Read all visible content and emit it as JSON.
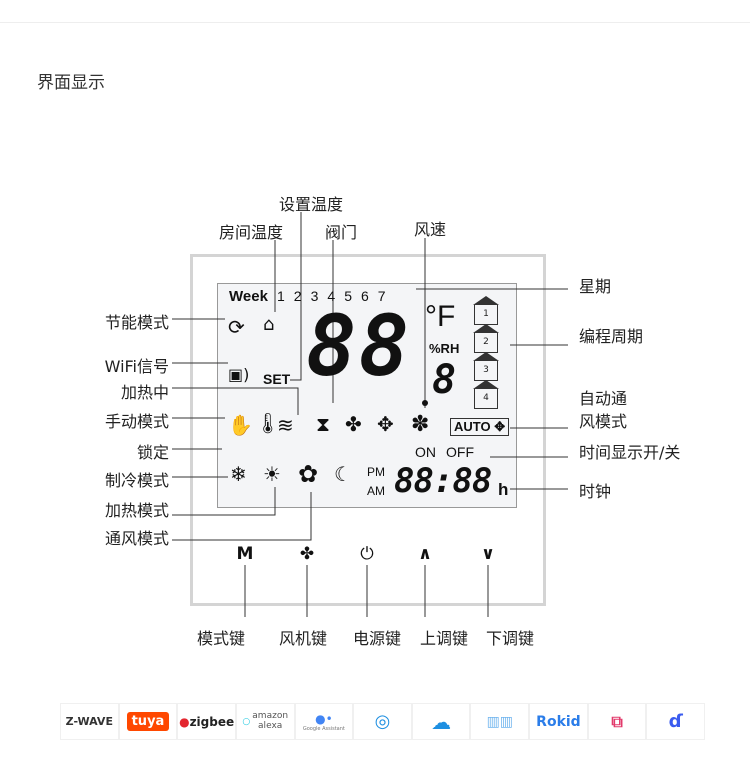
{
  "title": "界面显示",
  "labels_top": {
    "set_temp": "设置温度",
    "room_temp": "房间温度",
    "valve": "阀门",
    "fan_speed": "风速"
  },
  "labels_left": {
    "energy_saving": "节能模式",
    "wifi": "WiFi信号",
    "heating_on": "加热中",
    "manual": "手动模式",
    "lock": "锁定",
    "cooling": "制冷模式",
    "heating": "加热模式",
    "ventilation": "通风模式"
  },
  "labels_right": {
    "week": "星期",
    "program": "编程周期",
    "auto_vent_1": "自动通",
    "auto_vent_2": "风模式",
    "time_onoff": "时间显示开/关",
    "clock": "时钟"
  },
  "labels_bottom": {
    "mode": "模式键",
    "fan": "风机键",
    "power": "电源键",
    "up": "上调键",
    "down": "下调键"
  },
  "lcd": {
    "week": "Week",
    "days": [
      "1",
      "2",
      "3",
      "4",
      "5",
      "6",
      "7"
    ],
    "set": "SET",
    "big_digits": "88",
    "unit_f": "°F",
    "rh": "%RH",
    "small_digit": "8",
    "program_numbers": [
      "1",
      "2",
      "3",
      "4"
    ],
    "auto": "AUTO",
    "on": "ON",
    "off": "OFF",
    "pm": "PM",
    "am": "AM",
    "clock": "88:88",
    "h": "h"
  },
  "buttons": {
    "mode": "M",
    "fan": "fan-icon",
    "power": "power-icon",
    "up": "chevron-up-icon",
    "down": "chevron-down-icon"
  },
  "logos": [
    "Z-WAVE",
    "tuya",
    "zigbee",
    "amazon alexa",
    "Google Assistant",
    "dingdong",
    "tencent cloud",
    "xiaodu",
    "Rokid",
    "tmall genie",
    "dueros"
  ],
  "colors": {
    "tuya": "#ff4800",
    "zigbee": "#e3262f",
    "blue": "#1e8fe1",
    "rokid": "#2b7de9"
  }
}
